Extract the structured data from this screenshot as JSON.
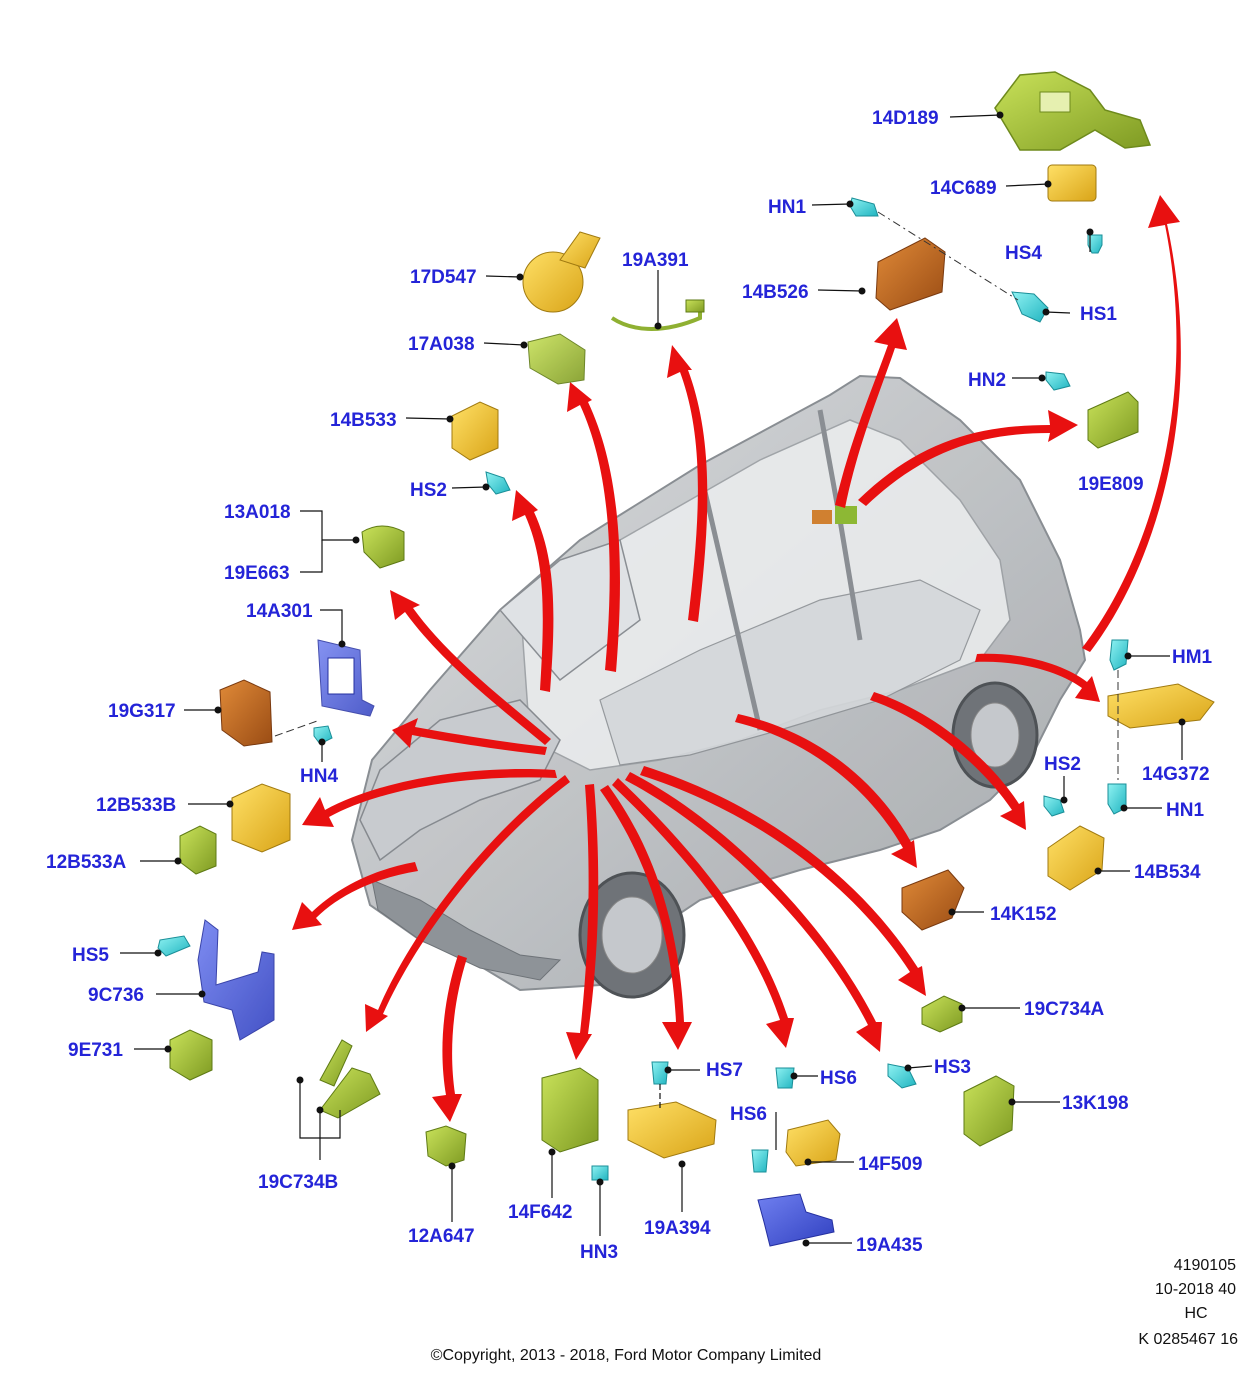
{
  "labels": {
    "l14D189": "14D189",
    "l14C689": "14C689",
    "lHS4": "HS4",
    "lHN1_top": "HN1",
    "l14B526": "14B526",
    "lHS1": "HS1",
    "l19A391": "19A391",
    "l17D547": "17D547",
    "l17A038": "17A038",
    "lHN2": "HN2",
    "l19E809": "19E809",
    "l14B533": "14B533",
    "lHS2_left": "HS2",
    "l13A018": "13A018",
    "l19E663": "19E663",
    "l14A301": "14A301",
    "l19G317": "19G317",
    "lHN4": "HN4",
    "lHM1": "HM1",
    "l14G372": "14G372",
    "lHS2_right": "HS2",
    "lHN1_right": "HN1",
    "l12B533B": "12B533B",
    "l12B533A": "12B533A",
    "l14B534": "14B534",
    "l14K152": "14K152",
    "lHS5": "HS5",
    "l9C736": "9C736",
    "l9E731": "9E731",
    "l19C734A": "19C734A",
    "lHS7": "HS7",
    "lHS6_a": "HS6",
    "lHS3": "HS3",
    "l13K198": "13K198",
    "lHS6_b": "HS6",
    "l14F509": "14F509",
    "l19C734B": "19C734B",
    "l12A647": "12A647",
    "l14F642": "14F642",
    "l19A394": "19A394",
    "l19A435": "19A435",
    "lHN3": "HN3"
  },
  "footer": {
    "ref_number": "4190105",
    "date_code": "10-2018 40",
    "series": "HC",
    "kit_code": "K 0285467 16",
    "copyright": "©Copyright, 2013 - 2018, Ford Motor Company Limited"
  },
  "colors": {
    "label_blue": "#2424d8",
    "arrow_red": "#e81010",
    "part_yellow": "#f2cc2a",
    "part_green": "#a6c43a",
    "part_orange": "#c86d22",
    "part_blue": "#4c5cdc",
    "fastener_cyan": "#38d6dc",
    "vehicle_grey": "#b8bcc0"
  }
}
